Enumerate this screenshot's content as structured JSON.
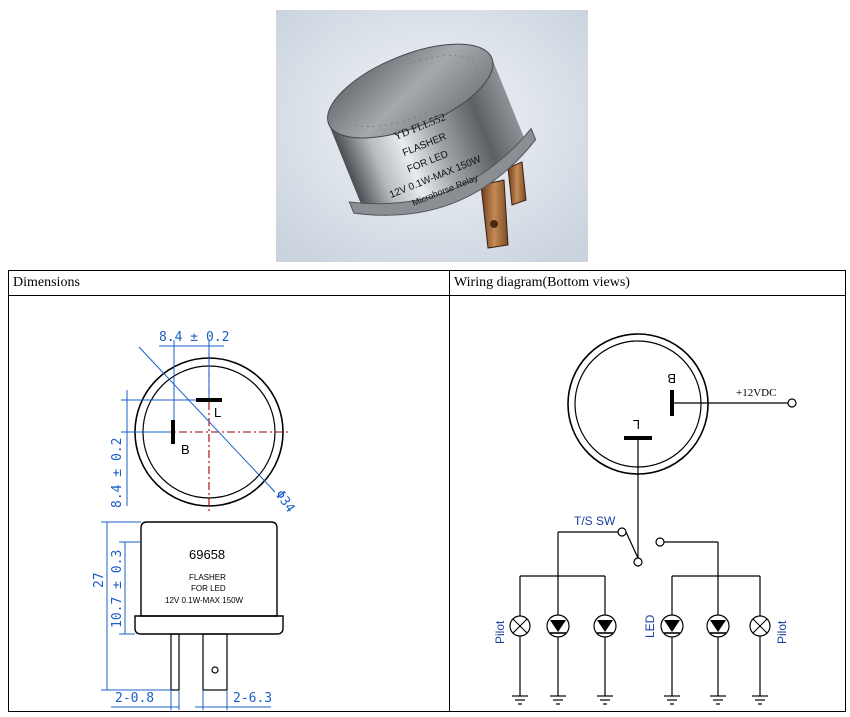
{
  "photo": {
    "line1": "YD FLL552",
    "line2": "FLASHER",
    "line3": "FOR  LED",
    "line4": "12V  0.1W-MAX 150W",
    "line5": "Microhorse Relay"
  },
  "table": {
    "left_header": "Dimensions",
    "right_header": "Wiring diagram(Bottom views)"
  },
  "dimensions": {
    "top_dim": "8.4 ± 0.2",
    "side_dim": "8.4 ± 0.2",
    "diameter": "Φ34",
    "pin_l": "L",
    "pin_b": "B",
    "part_no": "69658",
    "body_line1": "FLASHER",
    "body_line2": "FOR LED",
    "body_line3": "12V  0.1W-MAX 150W",
    "height": "27",
    "body_height": "10.7 ± 0.3",
    "pin_thickness": "2-0.8",
    "pin_width": "2-6.3"
  },
  "wiring": {
    "pin_b": "B",
    "pin_l": "L",
    "supply": "+12VDC",
    "switch": "T/S SW",
    "pilot_left": "Pilot",
    "led_label": "LED",
    "pilot_right": "Pilot"
  }
}
